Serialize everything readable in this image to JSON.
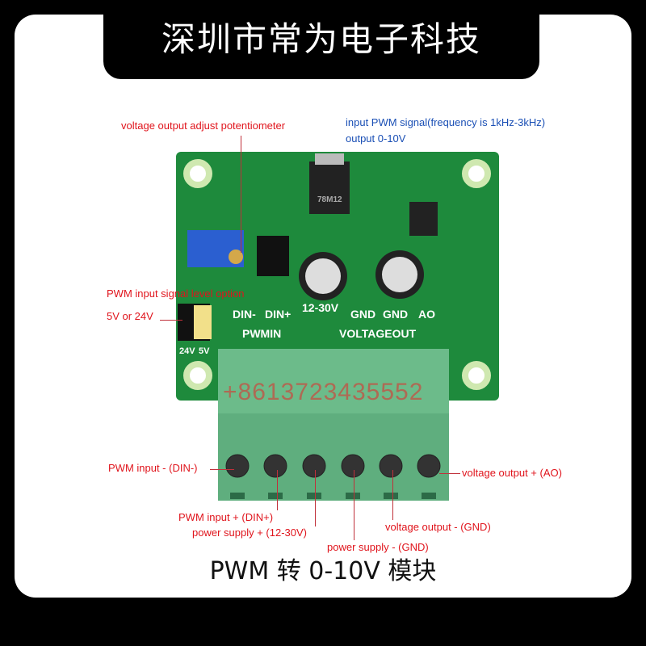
{
  "header": {
    "title": "深圳市常为电子科技"
  },
  "annotations": {
    "potentiometer": "voltage output adjust potentiometer",
    "input_signal": "input PWM signal(frequency is 1kHz-3kHz)",
    "output_range": "output 0-10V",
    "level_option": "PWM input signal level option",
    "level_values": "5V or 24V",
    "din_minus": "PWM input - (DIN-)",
    "din_plus": "PWM input + (DIN+)",
    "power_plus": "power supply + (12-30V)",
    "power_minus": "power supply - (GND)",
    "vout_minus": "voltage output - (GND)",
    "vout_plus": "voltage output + (AO)"
  },
  "board": {
    "silk_labels": [
      "DIN-",
      "DIN+",
      "12-30V",
      "GND",
      "GND",
      "AO",
      "PWMIN",
      "VOLTAGEOUT",
      "24V",
      "5V",
      "78M12"
    ],
    "watermark": "+8613723435552",
    "colors": {
      "pcb": "#1e8a3c",
      "terminal": "#5fae7e",
      "annotation_red": "#e0141c",
      "annotation_blue": "#1a4fb5"
    }
  },
  "caption": "PWM 转 0-10V 模块"
}
